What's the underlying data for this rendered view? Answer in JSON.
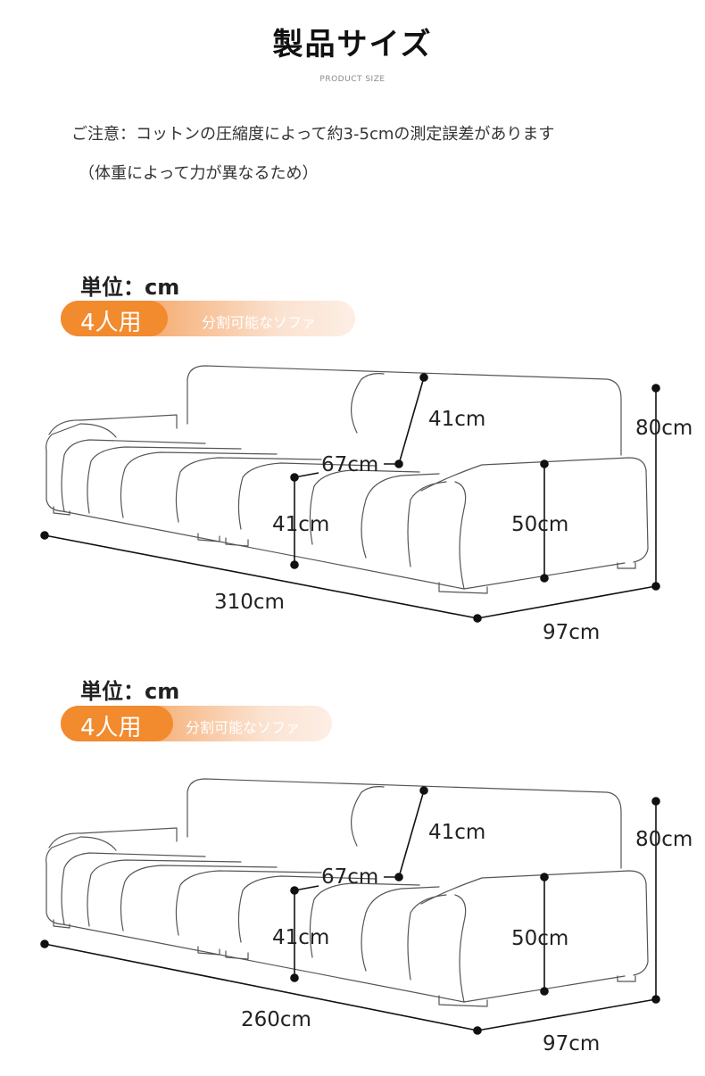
{
  "header": {
    "title": "製品サイズ",
    "subtitle": "PRODUCT SIZE"
  },
  "notice": {
    "line1": "ご注意：コットンの圧縮度によって約3-5cmの測定誤差があります",
    "line2": "（体重によって力が異なるため）"
  },
  "sections": [
    {
      "unit_label": "単位：cm",
      "badge_main": "4人用",
      "badge_sub": "分割可能なソファ",
      "dims": {
        "back_height": "41cm",
        "total_height": "80cm",
        "seat_depth": "67cm",
        "seat_height": "41cm",
        "arm_height": "50cm",
        "width": "310cm",
        "depth": "97cm"
      }
    },
    {
      "unit_label": "単位：cm",
      "badge_main": "4人用",
      "badge_sub": "分割可能なソファ",
      "dims": {
        "back_height": "41cm",
        "total_height": "80cm",
        "seat_depth": "67cm",
        "seat_height": "41cm",
        "arm_height": "50cm",
        "width": "260cm",
        "depth": "97cm"
      }
    }
  ],
  "colors": {
    "accent": "#f28a2e",
    "line": "#555555"
  }
}
